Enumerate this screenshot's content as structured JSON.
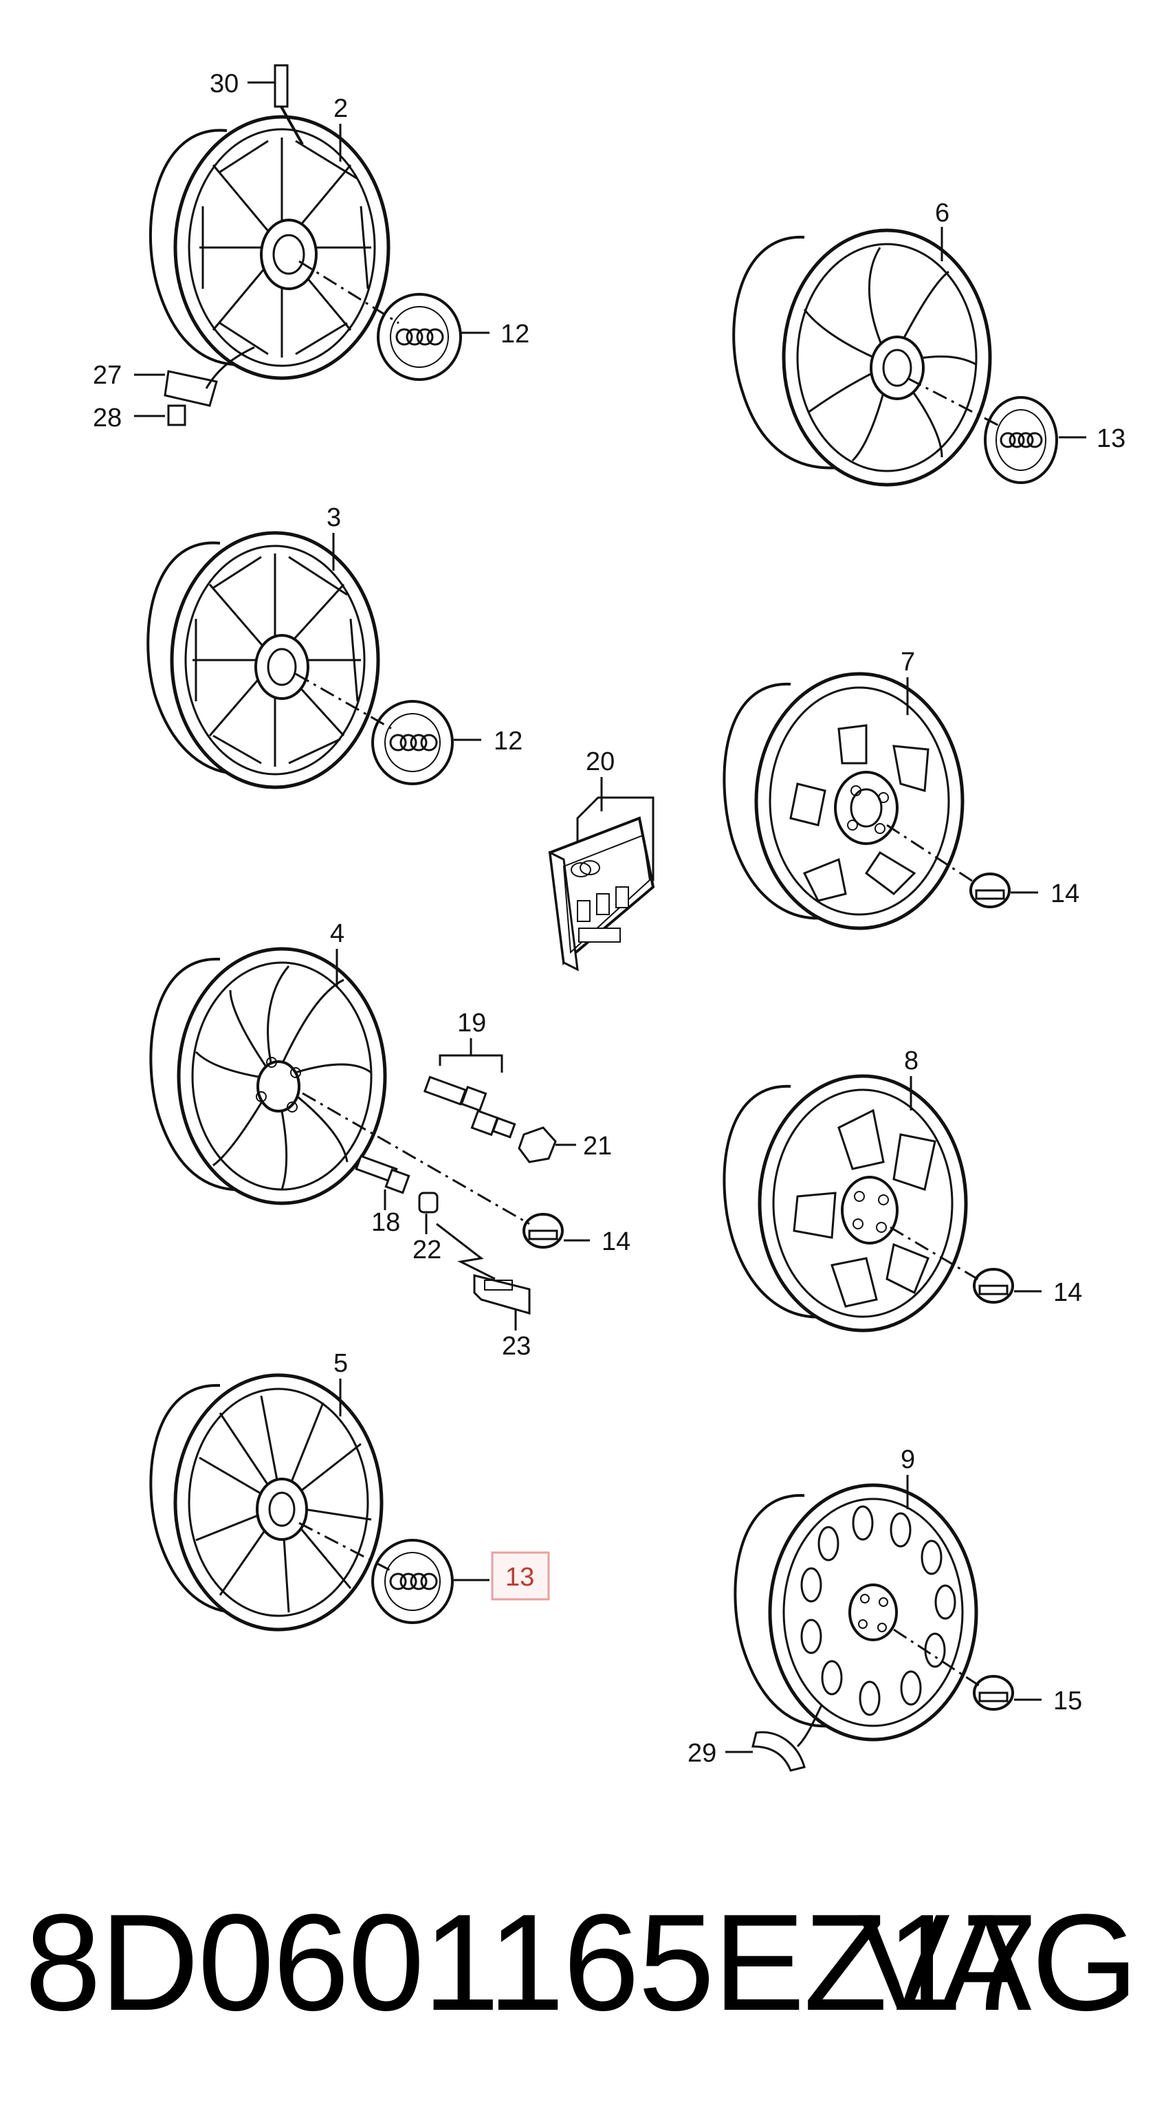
{
  "callouts": {
    "c30": "30",
    "c2": "2",
    "c12a": "12",
    "c27": "27",
    "c28": "28",
    "c6": "6",
    "c13a": "13",
    "c3": "3",
    "c12b": "12",
    "c20": "20",
    "c7": "7",
    "c14a": "14",
    "c4": "4",
    "c19": "19",
    "c21": "21",
    "c18": "18",
    "c22": "22",
    "c14b": "14",
    "c23": "23",
    "c8": "8",
    "c14c": "14",
    "c5": "5",
    "c13b": "13",
    "c9": "9",
    "c15": "15",
    "c29": "29"
  },
  "highlight": {
    "callout": "13",
    "color": "#e8a0a0"
  },
  "footer": {
    "part_number": "8D0601165EZ17",
    "brand": "VAG"
  }
}
